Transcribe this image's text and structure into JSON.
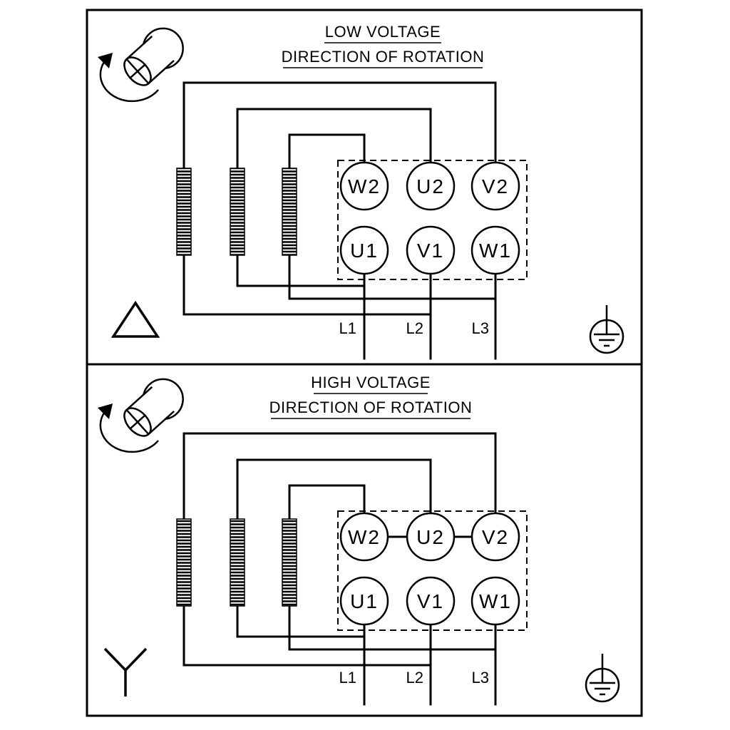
{
  "figure": {
    "type": "motor-terminal-wiring-diagram",
    "ink_color": "#000000",
    "background_color": "#ffffff"
  },
  "panels": [
    {
      "id": "low-voltage",
      "title": "LOW VOLTAGE",
      "subtitle": "DIRECTION OF ROTATION",
      "connection_icon": "delta-icon",
      "motor_icon": "rotation-direction-motor-icon",
      "earth_icon": "protective-earth-icon",
      "terminals_top": [
        "W2",
        "U2",
        "V2"
      ],
      "terminals_bottom": [
        "U1",
        "V1",
        "W1"
      ],
      "supply_lines": [
        "L1",
        "L2",
        "L3"
      ]
    },
    {
      "id": "high-voltage",
      "title": "HIGH VOLTAGE",
      "subtitle": "DIRECTION OF ROTATION",
      "connection_icon": "star-icon",
      "motor_icon": "rotation-direction-motor-icon",
      "earth_icon": "protective-earth-icon",
      "terminals_top": [
        "W2",
        "U2",
        "V2"
      ],
      "terminals_bottom": [
        "U1",
        "V1",
        "W1"
      ],
      "supply_lines": [
        "L1",
        "L2",
        "L3"
      ]
    }
  ]
}
